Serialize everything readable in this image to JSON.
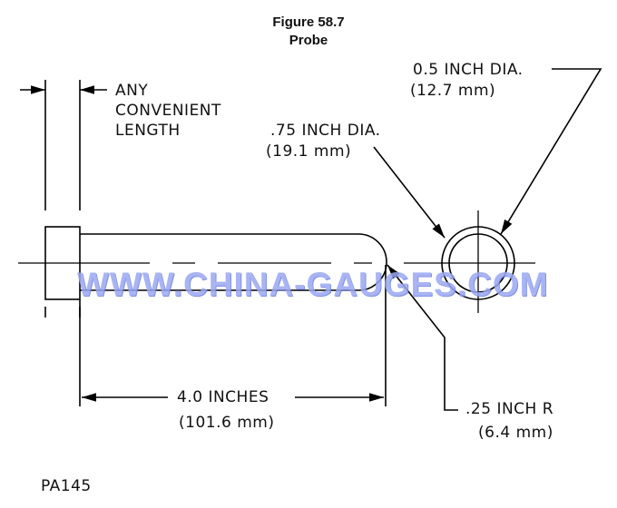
{
  "title": {
    "line1": "Figure 58.7",
    "line2": "Probe"
  },
  "labels": {
    "length_1": "ANY",
    "length_2": "CONVENIENT",
    "length_3": "LENGTH",
    "small_dia_1": "0.5 INCH DIA.",
    "small_dia_2": "(12.7 mm)",
    "large_dia_1": ".75 INCH DIA.",
    "large_dia_2": "(19.1 mm)",
    "shaft_len_1": "4.0 INCHES",
    "shaft_len_2": "(101.6 mm)",
    "radius_1": ".25 INCH R",
    "radius_2": "(6.4 mm)"
  },
  "watermark": "WWW.CHINA-GAUGES.COM",
  "code": "PA145"
}
